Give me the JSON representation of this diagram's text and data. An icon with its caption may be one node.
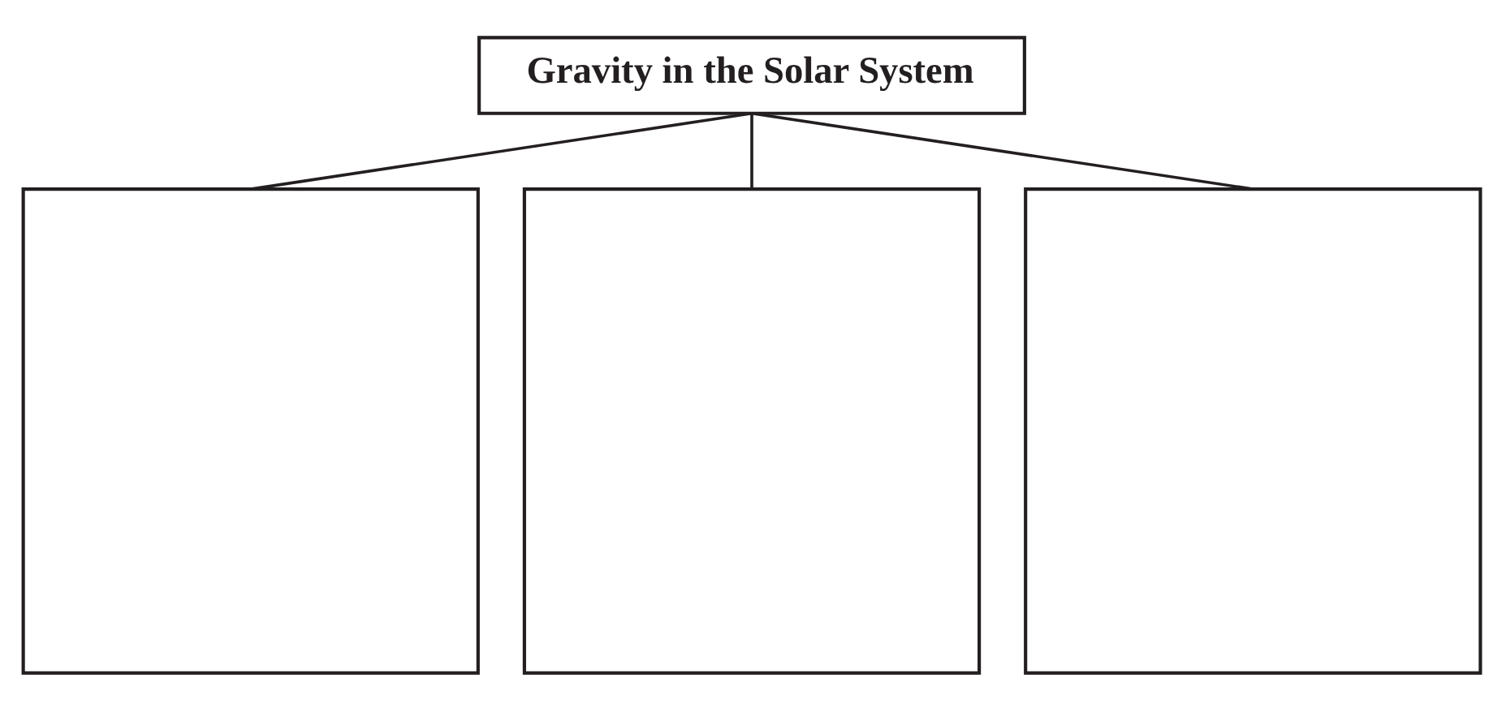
{
  "diagram": {
    "nodes": [
      {
        "text": [
          "Gravity in the Solar System"
        ]
      },
      {
        "text": [],
        "shape": "box"
      },
      {
        "text": [],
        "shape": "box"
      },
      {
        "text": [],
        "shape": "box"
      }
    ],
    "edges": [
      {
        "from": 0,
        "to": 1,
        "arrow": "none"
      },
      {
        "from": 0,
        "to": 2,
        "arrow": "none"
      },
      {
        "from": 0,
        "to": 3,
        "arrow": "none"
      }
    ]
  }
}
